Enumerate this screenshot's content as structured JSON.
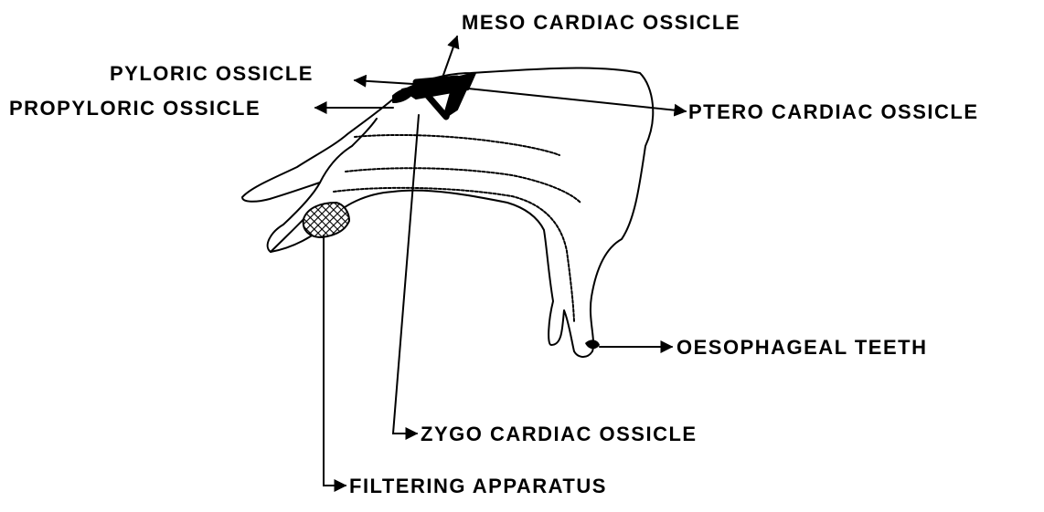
{
  "labels": {
    "meso_cardiac": "MESO CARDIAC  OSSICLE",
    "pyloric": "PYLORIC OSSICLE",
    "propyloric": "PROPYLORIC OSSICLE",
    "ptero_cardiac": "PTERO CARDIAC OSSICLE",
    "oesophageal_teeth": "OESOPHAGEAL  TEETH",
    "zygo_cardiac": "ZYGO CARDIAC  OSSICLE",
    "filtering_apparatus": "FILTERING APPARATUS"
  },
  "colors": {
    "ink": "#000000",
    "background": "#ffffff"
  }
}
